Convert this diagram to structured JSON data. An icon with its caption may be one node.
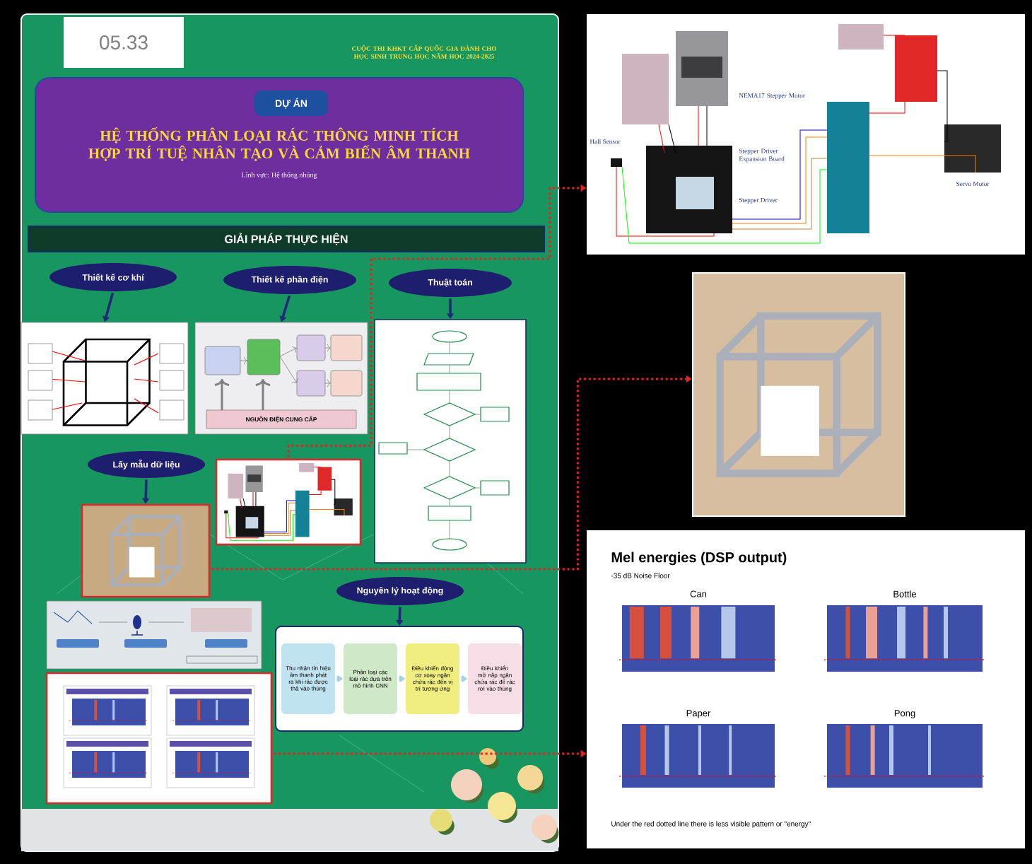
{
  "diagram": {
    "nodes": [
      {
        "text": [],
        "shape": "box"
      },
      {
        "text": [
          "05.33"
        ],
        "in": 0
      },
      {
        "text": [
          "HỆ THỐNG PHÂN LOẠI RÁC THÔNG MINH TÍCH HỢP TRÍ TUỆ NHÂN TẠO VÀ CẢM BIẾN ÂM THANH",
          "Lĩnh vực: Hệ thống nhúng"
        ],
        "in": 0
      },
      {
        "text": [
          "DỰ ÁN"
        ],
        "in": 2
      },
      {
        "text": [
          "GIẢI PHÁP THỰC HIỆN"
        ],
        "in": 0
      },
      {
        "text": [
          "Thiết kế cơ khí"
        ],
        "in": 0
      },
      {
        "text": [
          "Thiết kế phần điện"
        ],
        "in": 0
      },
      {
        "text": [
          "Thuật toán"
        ],
        "in": 0
      },
      {
        "text": [],
        "shape": "picture",
        "in": 0
      },
      {
        "text": [],
        "shape": "picture",
        "in": 0
      },
      {
        "text": [
          "NGUỒN ĐIỆN CUNG CẤP"
        ],
        "in": 9
      },
      {
        "text": [],
        "shape": "picture",
        "in": 0
      },
      {
        "text": [
          "Lấy mẫu dữ liệu"
        ],
        "in": 0
      },
      {
        "text": [],
        "shape": "picture",
        "in": 0
      },
      {
        "text": [],
        "shape": "picture",
        "in": 0
      },
      {
        "text": [],
        "shape": "picture",
        "in": 0
      },
      {
        "text": [],
        "shape": "picture",
        "in": 0
      },
      {
        "text": [
          "Nguyên lý hoạt động"
        ],
        "in": 0
      },
      {
        "text": [],
        "shape": "box",
        "in": 0
      },
      {
        "text": [
          "Thu nhận tín hiệu âm thanh phát ra khi rác được thả vào thùng"
        ],
        "in": 18
      },
      {
        "text": [
          "Phân loại các loại rác dựa trên mô hình CNN"
        ],
        "in": 18
      },
      {
        "text": [
          "Điều khiển động cơ xoay ngăn chứa rác đến vị trí tương ứng"
        ],
        "in": 18
      },
      {
        "text": [
          "Điều khiển mở nắp ngăn chứa rác để rác rơi vào thùng"
        ],
        "in": 18
      },
      {
        "text": [],
        "shape": "picture"
      },
      {
        "text": [],
        "shape": "picture"
      },
      {
        "text": [
          "Mel energies (DSP output)",
          "-35 dB Noise Floor",
          "Under the red dotted line there is less visible pattern or \"energy\""
        ]
      }
    ],
    "edges": [
      {
        "from": 14,
        "to": 23,
        "arrow": "to",
        "style": "dashed",
        "color": "#e02424"
      },
      {
        "from": 13,
        "to": 24,
        "arrow": "to",
        "style": "dashed",
        "color": "#e02424"
      },
      {
        "from": 16,
        "to": 25,
        "arrow": "to",
        "style": "dashed",
        "color": "#e02424"
      },
      {
        "from": 5,
        "to": 8,
        "arrow": "to"
      },
      {
        "from": 6,
        "to": 9,
        "arrow": "to"
      },
      {
        "from": 7,
        "to": 11,
        "arrow": "to"
      },
      {
        "from": 12,
        "to": 13,
        "arrow": "to"
      },
      {
        "from": 17,
        "to": 18,
        "arrow": "to"
      },
      {
        "from": 19,
        "to": 20,
        "arrow": "to",
        "color": "#a9cfe6"
      },
      {
        "from": 20,
        "to": 21,
        "arrow": "to",
        "color": "#a9cfe6"
      },
      {
        "from": 21,
        "to": 22,
        "arrow": "to",
        "color": "#a9cfe6"
      }
    ],
    "labels": [
      "CUỘC THI KHKT CẤP QUỐC GIA DÀNH CHO HỌC SINH TRUNG HỌC NĂM HỌC 2024-2025",
      "NEMA17 Stepper Motor",
      "Hall Sensor",
      "Stepper Driver Expansion Board",
      "Stepper Driver",
      "Servo Motor",
      "Can",
      "Bottle",
      "Paper",
      "Pong"
    ]
  }
}
